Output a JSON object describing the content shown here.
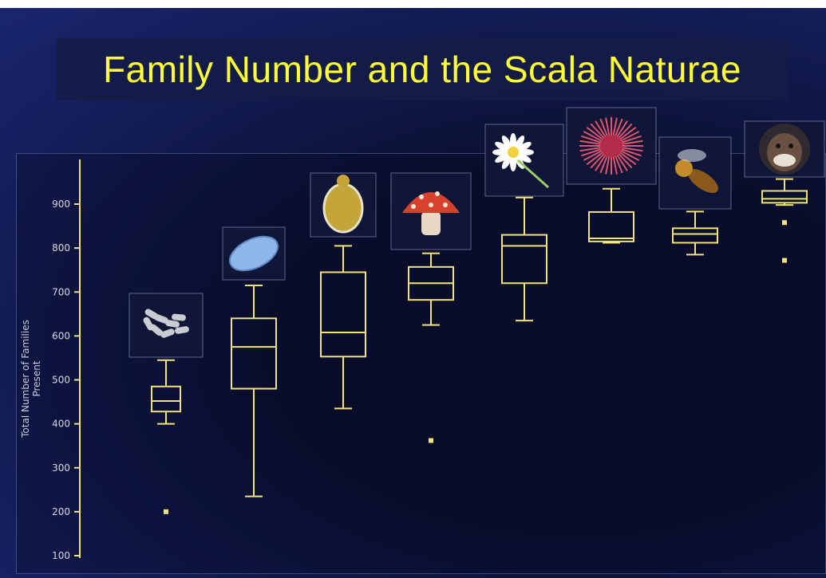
{
  "slide": {
    "title": "Family Number and the Scala Naturae"
  },
  "colors": {
    "title": "#ffff33",
    "box": "#f2e27a",
    "axis_text": "#d8d8e0",
    "background": "#0a0f2e"
  },
  "chart_data": {
    "type": "boxplot",
    "title": "Family Number and the Scala Naturae",
    "ylabel": "Total Number of Families Present",
    "xlabel": "",
    "ylim": [
      100,
      1000
    ],
    "yticks": [
      100,
      200,
      300,
      400,
      500,
      600,
      700,
      800,
      900
    ],
    "grid": false,
    "groups": [
      {
        "icon": "bacteria-icon",
        "whisker_low": 400,
        "q1": 428,
        "median": 452,
        "q3": 485,
        "whisker_high": 545,
        "outliers": [
          200
        ]
      },
      {
        "icon": "pollen-icon",
        "whisker_low": 235,
        "q1": 480,
        "median": 575,
        "q3": 640,
        "whisker_high": 715,
        "outliers": []
      },
      {
        "icon": "turtle-icon",
        "whisker_low": 435,
        "q1": 553,
        "median": 608,
        "q3": 745,
        "whisker_high": 805,
        "outliers": []
      },
      {
        "icon": "mushroom-icon",
        "whisker_low": 625,
        "q1": 682,
        "median": 720,
        "q3": 757,
        "whisker_high": 788,
        "outliers": [
          362
        ]
      },
      {
        "icon": "daisy-icon",
        "whisker_low": 635,
        "q1": 720,
        "median": 805,
        "q3": 830,
        "whisker_high": 915,
        "outliers": []
      },
      {
        "icon": "sea-urchin-icon",
        "whisker_low": 812,
        "q1": 815,
        "median": 822,
        "q3": 882,
        "whisker_high": 935,
        "outliers": []
      },
      {
        "icon": "bee-icon",
        "whisker_low": 785,
        "q1": 812,
        "median": 832,
        "q3": 845,
        "whisker_high": 883,
        "outliers": []
      },
      {
        "icon": "chimpanzee-icon",
        "whisker_low": 898,
        "q1": 903,
        "median": 912,
        "q3": 930,
        "whisker_high": 957,
        "outliers": [
          858,
          772
        ]
      }
    ]
  }
}
